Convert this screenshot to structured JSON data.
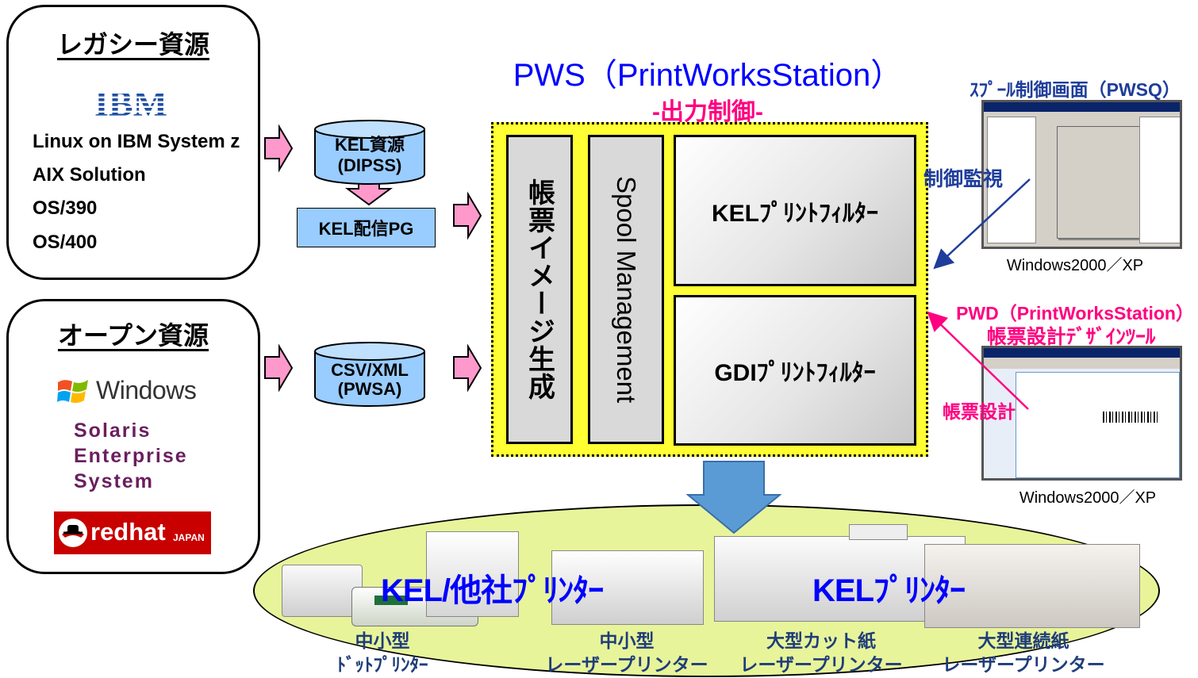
{
  "legacy": {
    "title": "レガシー資源",
    "logo": "IBM",
    "items": [
      "Linux on IBM System z",
      "AIX Solution",
      "OS/390",
      "OS/400"
    ]
  },
  "open": {
    "title": "オープン資源",
    "windows_logo": "Windows",
    "solaris": [
      "Solaris",
      "Enterprise",
      "System"
    ],
    "redhat_logo": "redhat",
    "redhat_sub": "JAPAN"
  },
  "middle": {
    "kel_resource": [
      "KEL資源",
      "(DIPSS)"
    ],
    "kel_delivery": "KEL配信PG",
    "csv_xml": [
      "CSV/XML",
      "(PWSA)"
    ]
  },
  "pws": {
    "title": "PWS（PrintWorksStation）",
    "subtitle": "-出力制御-",
    "image_gen": "帳票イメージ生成",
    "spool": "Spool Management",
    "kel_filter": "KELﾌﾟﾘﾝﾄﾌｨﾙﾀｰ",
    "gdi_filter": "GDIﾌﾟﾘﾝﾄﾌｨﾙﾀｰ"
  },
  "right": {
    "spool_screen_title": "ｽﾌﾟｰﾙ制御画面（PWSQ）",
    "control_label": "制御監視",
    "os_label_1": "Windows2000／XP",
    "pwd_title": "PWD（PrintWorksStation）",
    "pwd_subtitle": "帳票設計ﾃﾞｻﾞｲﾝﾂｰﾙ",
    "design_label": "帳票設計",
    "os_label_2": "Windows2000／XP"
  },
  "printers": {
    "group_left": "KEL/他社ﾌﾟﾘﾝﾀｰ",
    "group_right": "KELﾌﾟﾘﾝﾀｰ",
    "labels": [
      [
        "中小型",
        "ﾄﾞｯﾄﾌﾟﾘﾝﾀｰ"
      ],
      [
        "中小型",
        "レーザープリンター"
      ],
      [
        "大型カット紙",
        "レーザープリンター"
      ],
      [
        "大型連続紙",
        "レーザープリンター"
      ]
    ]
  },
  "colors": {
    "blue_title": "#0000ff",
    "magenta": "#ff0080",
    "yellow_frame": "#ffff33",
    "cyan_box": "#99ccff",
    "ellipse_green": "#e8f49a",
    "arrow_pink": "#ff99cc",
    "down_arrow": "#5b9bd5"
  }
}
